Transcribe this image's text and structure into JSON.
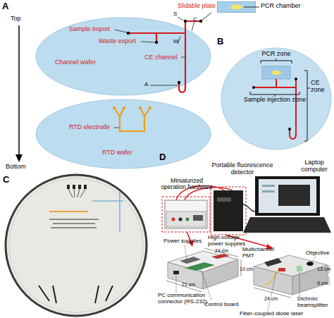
{
  "diagram": {
    "nodes": [
      {
        "text": [
          "Slidable plate"
        ]
      },
      {
        "text": [
          "Channel wafer"
        ]
      },
      {
        "text": [
          "RTD wafer"
        ]
      }
    ],
    "labels": [
      "A",
      "PCR chamber",
      "Top",
      "Bottom",
      "Sample import",
      "S",
      "C",
      "W",
      "Waste export",
      "CE channel",
      "A",
      "RTD electrode",
      "B",
      "PCR zone",
      "Sample injection zone",
      "CE zone",
      "C",
      "D",
      "Portable fluorescence detector",
      "Laptop computer",
      "Miniaturized operation hardware",
      "Power supplies",
      "High-voltage power supplies",
      "24 cm",
      "10 cm",
      "21 cm",
      "PC communication connector (RS-232)",
      "Control board",
      "Multichannel PMT",
      "Objective",
      "13 cm",
      "9 cm",
      "24 cm",
      "Dichroic beamsplitter",
      "Fiber-coupled diode laser"
    ]
  }
}
